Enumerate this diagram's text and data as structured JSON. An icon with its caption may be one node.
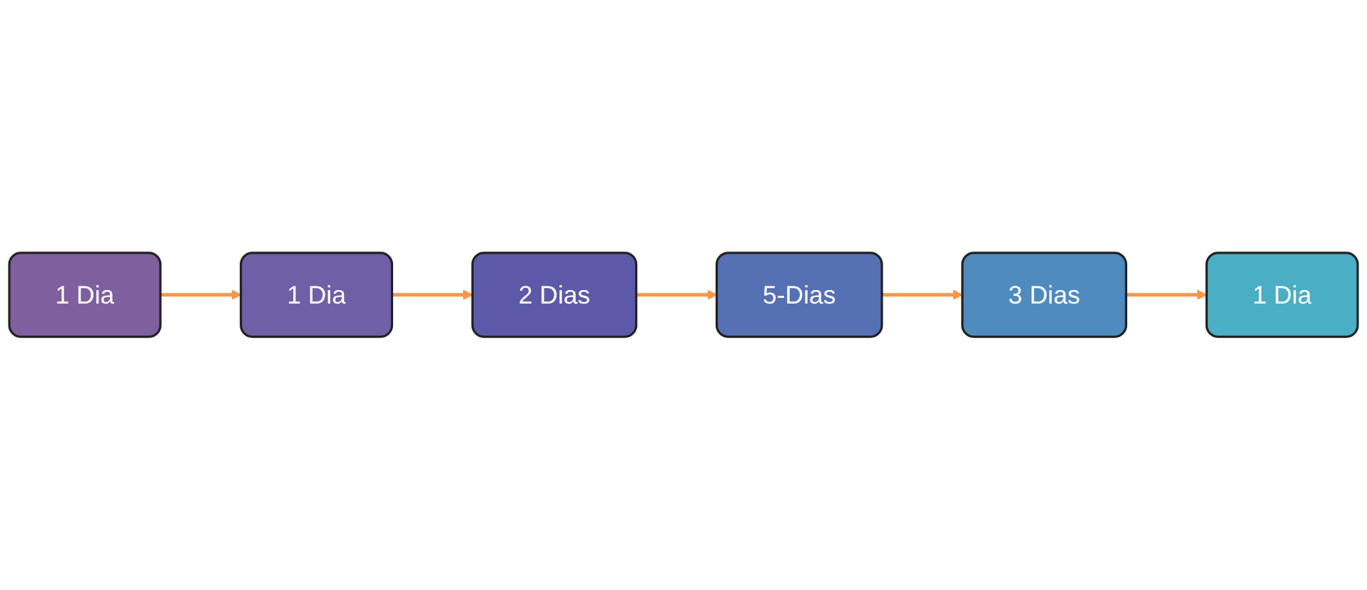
{
  "diagram": {
    "nodes": [
      {
        "text": [
          "1 Dia"
        ]
      },
      {
        "text": [
          "1 Dia"
        ]
      },
      {
        "text": [
          "2 Dias"
        ]
      },
      {
        "text": [
          "1 Dia"
        ]
      },
      {
        "text": [
          "3 Dias"
        ]
      },
      {
        "text": [
          "5-Dias"
        ]
      }
    ],
    "edges": [
      {
        "from": 0,
        "to": 1,
        "arrow": "to"
      },
      {
        "from": 1,
        "to": 2,
        "arrow": "to"
      },
      {
        "from": 2,
        "to": 5,
        "arrow": "to"
      },
      {
        "from": 5,
        "to": 4,
        "arrow": "to"
      },
      {
        "from": 4,
        "to": 3,
        "arrow": "to"
      }
    ]
  }
}
